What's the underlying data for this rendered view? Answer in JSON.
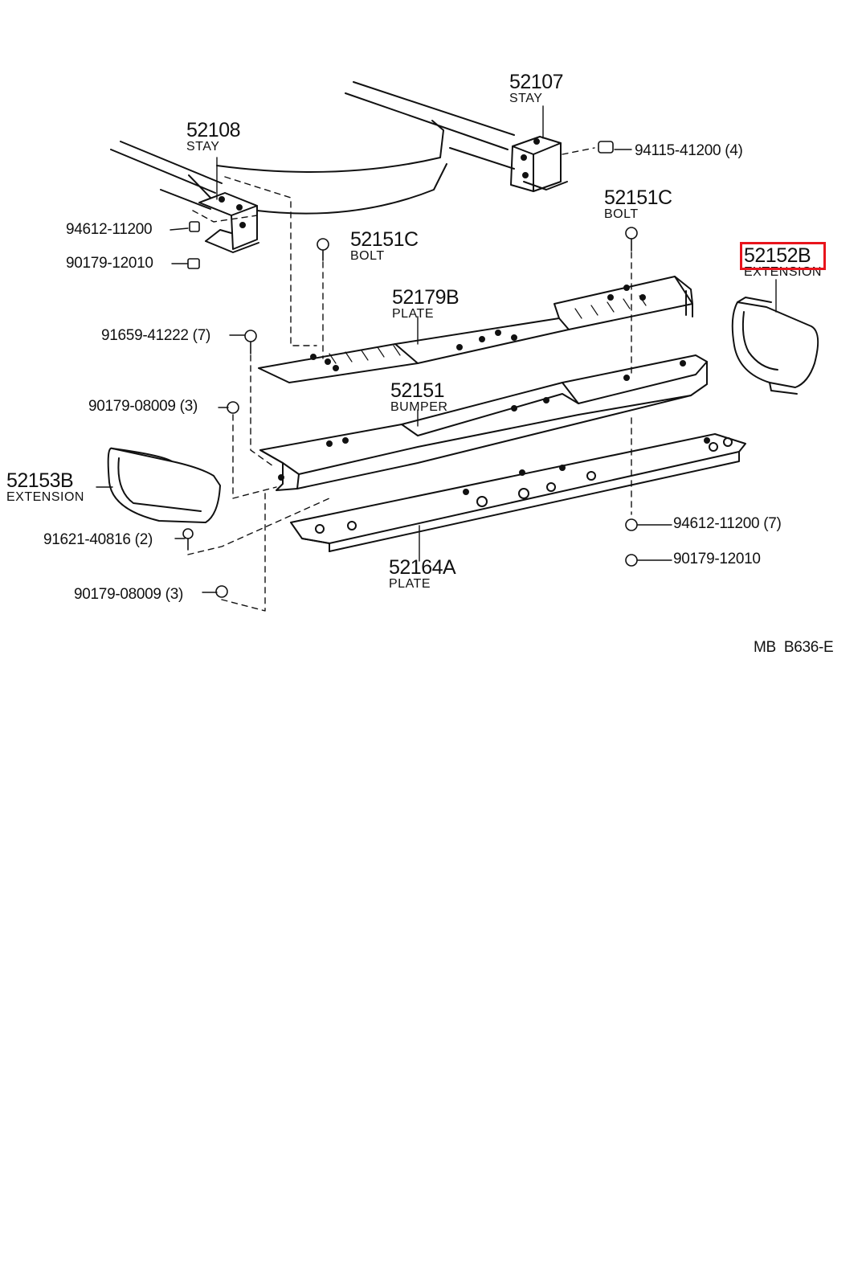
{
  "colors": {
    "line": "#111111",
    "highlight": "#e8141c",
    "background": "#ffffff"
  },
  "drawing_code": "MB  B636-E",
  "highlighted_part": "52152B",
  "parts": [
    {
      "id": "p52107",
      "number": "52107",
      "name": "STAY"
    },
    {
      "id": "p52108",
      "number": "52108",
      "name": "STAY"
    },
    {
      "id": "p52151c_a",
      "number": "52151C",
      "name": "BOLT"
    },
    {
      "id": "p52151c_b",
      "number": "52151C",
      "name": "BOLT"
    },
    {
      "id": "p52152b",
      "number": "52152B",
      "name": "EXTENSION"
    },
    {
      "id": "p52179b",
      "number": "52179B",
      "name": "PLATE"
    },
    {
      "id": "p52151",
      "number": "52151",
      "name": "BUMPER"
    },
    {
      "id": "p52153b",
      "number": "52153B",
      "name": "EXTENSION"
    },
    {
      "id": "p52164a",
      "number": "52164A",
      "name": "PLATE"
    }
  ],
  "callouts": [
    {
      "id": "c94115",
      "text": "94115-41200 (4)"
    },
    {
      "id": "c94612a",
      "text": "94612-11200"
    },
    {
      "id": "c90179a",
      "text": "90179-12010"
    },
    {
      "id": "c91659",
      "text": "91659-41222 (7)"
    },
    {
      "id": "c90179b",
      "text": "90179-08009 (3)"
    },
    {
      "id": "c94612b",
      "text": "94612-11200 (7)"
    },
    {
      "id": "c90179c",
      "text": "90179-12010"
    },
    {
      "id": "c91621",
      "text": "91621-40816 (2)"
    },
    {
      "id": "c90179d",
      "text": "90179-08009 (3)"
    }
  ]
}
